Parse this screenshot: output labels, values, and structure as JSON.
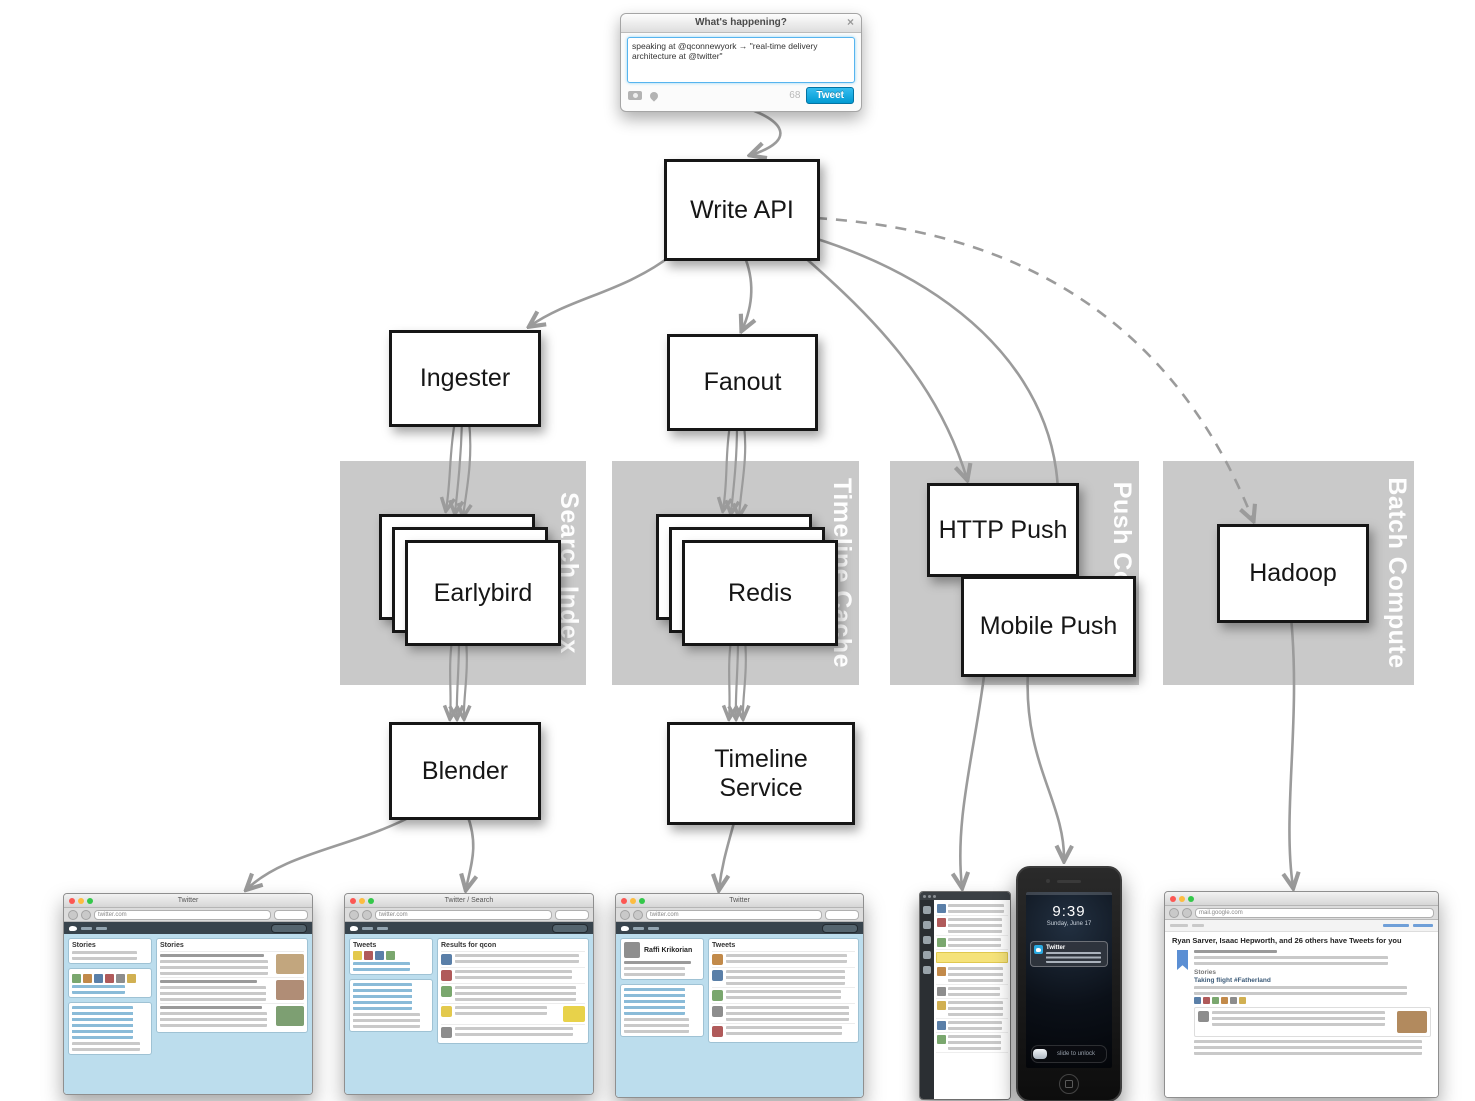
{
  "compose": {
    "window_title": "What's happening?",
    "close_label": "×",
    "tweet_text": "speaking at @qconnewyork → \"real-time delivery architecture at @twitter\"",
    "char_count": "68",
    "tweet_button": "Tweet"
  },
  "nodes": {
    "write_api": "Write API",
    "ingester": "Ingester",
    "fanout": "Fanout",
    "earlybird": "Earlybird",
    "redis": "Redis",
    "http_push": "HTTP Push",
    "mobile_push": "Mobile Push",
    "hadoop": "Hadoop",
    "blender": "Blender",
    "timeline_service": "Timeline Service"
  },
  "zones": {
    "search_index": "Search Index",
    "timeline_cache": "Timeline Cache",
    "push_compute": "Push Compute",
    "batch_compute": "Batch Compute"
  },
  "screens": {
    "browser1": {
      "title": "Twitter",
      "url": "twitter.com",
      "left_heading": "Stories",
      "main_heading": "Stories"
    },
    "browser2": {
      "title": "Twitter / Search",
      "url": "twitter.com",
      "left_heading": "Tweets",
      "main_heading": "Results for qcon"
    },
    "browser3": {
      "title": "Twitter",
      "url": "twitter.com",
      "profile_name": "Raffi Krikorian",
      "main_heading": "Tweets"
    },
    "phone": {
      "time": "9:39",
      "date": "Sunday, June 17",
      "notification_app": "Twitter",
      "slider_label": "slide to unlock"
    },
    "browser4": {
      "url": "mail.google.com",
      "headline": "Ryan Sarver, Isaac Hepworth, and 26 others have Tweets for you",
      "section_heading": "Stories",
      "story_title": "Taking flight #Fatherland"
    }
  },
  "colors": {
    "arrow": "#9b9b9b",
    "zone_bg": "#c9c9c9",
    "zone_label": "#ffffff",
    "tweet_button_blue": "#2fa8e1",
    "twitter_nav": "#38444d",
    "page_blue": "#bcdded"
  }
}
